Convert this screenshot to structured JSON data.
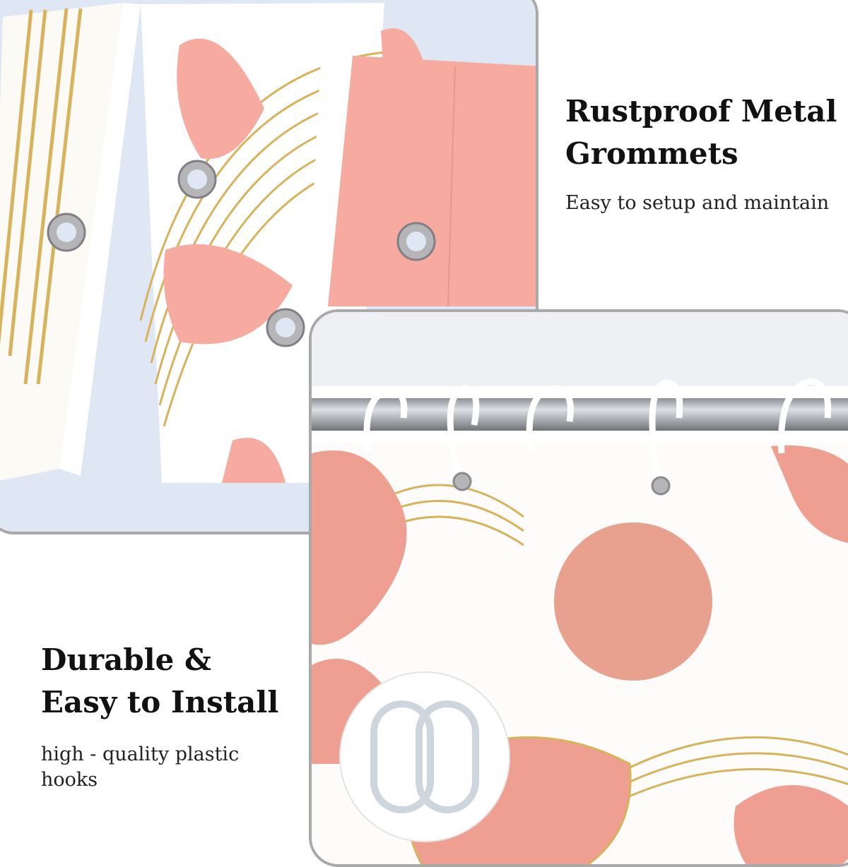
{
  "features": {
    "grommets": {
      "title_line1": "Rustproof Metal",
      "title_line2": "Grommets",
      "subtitle": "Easy to setup and maintain"
    },
    "install": {
      "title_line1": "Durable &",
      "title_line2": "Easy to Install",
      "subtitle": "high - quality plastic hooks"
    }
  },
  "colors": {
    "text": "#111111",
    "panel_border": "#a9a9a9",
    "coral": "#ef9f91",
    "pink": "#f6aaa0",
    "gold": "#d6b35c",
    "sky": "#dce6f5"
  },
  "icons": [
    "grommet-icon",
    "shower-rod",
    "curtain-hook-icon",
    "plastic-ring-icon",
    "monstera-leaf"
  ]
}
